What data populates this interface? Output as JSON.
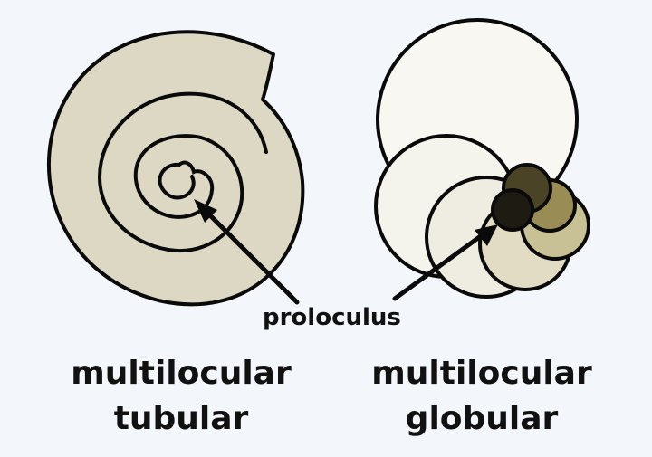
{
  "labels": {
    "proloculus": "proloculus",
    "left_line1": "multilocular",
    "left_line2": "tubular",
    "right_line1": "multilocular",
    "right_line2": "globular"
  },
  "colors": {
    "background": "#f3f6fb",
    "tubular_fill": "#dcd8c4",
    "ink": "#0a0a0a",
    "chamber_1": "#f8f7f2",
    "chamber_2": "#f4f3ec",
    "chamber_3": "#efede2",
    "chamber_4": "#e2dcc4",
    "chamber_5": "#c9c196",
    "chamber_6": "#998c55",
    "chamber_7": "#4a4326",
    "chamber_8": "#1d1b12"
  }
}
